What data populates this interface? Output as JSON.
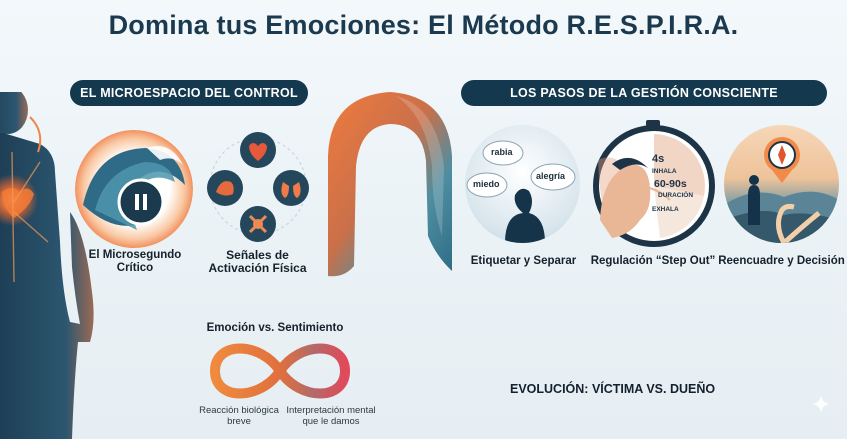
{
  "header": {
    "title": "Domina tus Emociones: El Método R.E.S.P.I.R.A."
  },
  "sections": {
    "left_pill": "EL MICROESPACIO DEL CONTROL",
    "right_pill": "LOS PASOS DE LA GESTIÓN CONSCIENTE"
  },
  "left_items": [
    {
      "label_line1": "El Microsegundo",
      "label_line2": "Crítico",
      "icon": "stopwatch-wave-icon"
    },
    {
      "label_line1": "Señales de",
      "label_line2": "Activación Física",
      "icon": "body-signals-icon"
    }
  ],
  "infinity": {
    "title": "Emoción vs. Sentimiento",
    "left_caption_line1": "Reacción biológica",
    "left_caption_line2": "breve",
    "right_caption_line1": "Interpretación mental",
    "right_caption_line2": "que le damos"
  },
  "steps": [
    {
      "label": "Etiquetar y Separar",
      "bubbles": [
        "rabia",
        "alegría",
        "miedo"
      ]
    },
    {
      "label": "Regulación “Step Out”",
      "timer": {
        "top": "4s",
        "inhala": "INHALA",
        "big": "60-90s",
        "duracion": "DURACIÓN",
        "exhala": "EXHALA"
      }
    },
    {
      "label": "Reencuadre y Decisión"
    }
  ],
  "evolution": {
    "text": "EVOLUCIÓN: VÍCTIMA VS. DUEÑO"
  },
  "colors": {
    "navy": "#14394f",
    "orange": "#e8733a",
    "teal": "#3f8f9b"
  }
}
